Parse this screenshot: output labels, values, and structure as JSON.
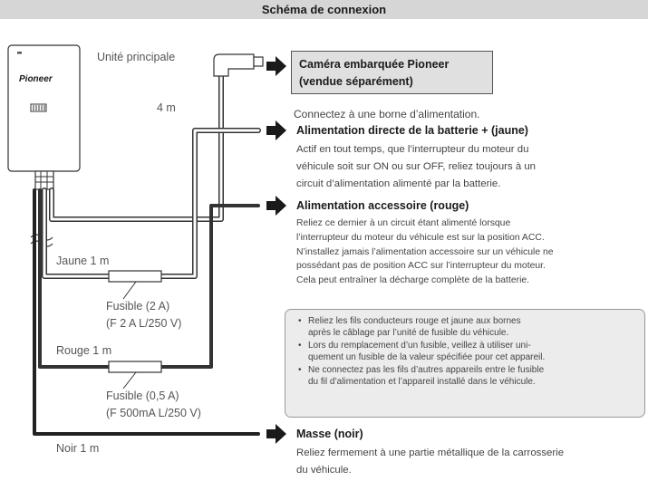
{
  "title": "Schéma de connexion",
  "main_unit": {
    "label": "Unité principale",
    "brand": "Pioneer"
  },
  "cable_length": "4 m",
  "camera": {
    "line1": "Caméra embarquée Pioneer",
    "line2": "(vendue séparément)"
  },
  "power_intro": "Connectez à une borne d’alimentation.",
  "battery": {
    "heading": "Alimentation directe de la batterie + (jaune)",
    "lines": [
      "Actif en tout temps, que l’interrupteur du moteur du",
      "véhicule soit sur ON ou sur OFF, reliez toujours à un",
      "circuit d’alimentation alimenté par la batterie."
    ]
  },
  "accessory": {
    "heading": "Alimentation accessoire (rouge)",
    "lines": [
      "Reliez ce dernier à un circuit étant alimenté lorsque",
      "l’interrupteur du moteur du véhicule est sur la position ACC.",
      "N’installez jamais l’alimentation accessoire sur un véhicule ne",
      "possédant pas de position ACC sur l’interrupteur du moteur.",
      "Cela peut entraîner la décharge complète de la batterie."
    ]
  },
  "notes": [
    [
      "Reliez les fils conducteurs rouge et jaune aux bornes",
      "après le câblage par l’unité de fusible du véhicule."
    ],
    [
      "Lors du remplacement d’un fusible, veillez à utiliser uni-",
      "quement un fusible de la valeur spécifiée pour cet appareil."
    ],
    [
      "Ne connectez pas les fils d’autres appareils entre le fusible",
      "du fil d’alimentation et l’appareil installé dans le véhicule."
    ]
  ],
  "yellow_wire": {
    "label": "Jaune 1 m",
    "fuse": "Fusible (2 A)",
    "fuse_spec": "(F 2 A L/250 V)"
  },
  "red_wire": {
    "label": "Rouge 1 m",
    "fuse": "Fusible (0,5 A)",
    "fuse_spec": "(F 500mA L/250 V)"
  },
  "ground": {
    "wire_label": "Noir 1 m",
    "heading": "Masse (noir)",
    "lines": [
      "Reliez fermement à une partie métallique de la carrosserie",
      "du véhicule."
    ]
  }
}
